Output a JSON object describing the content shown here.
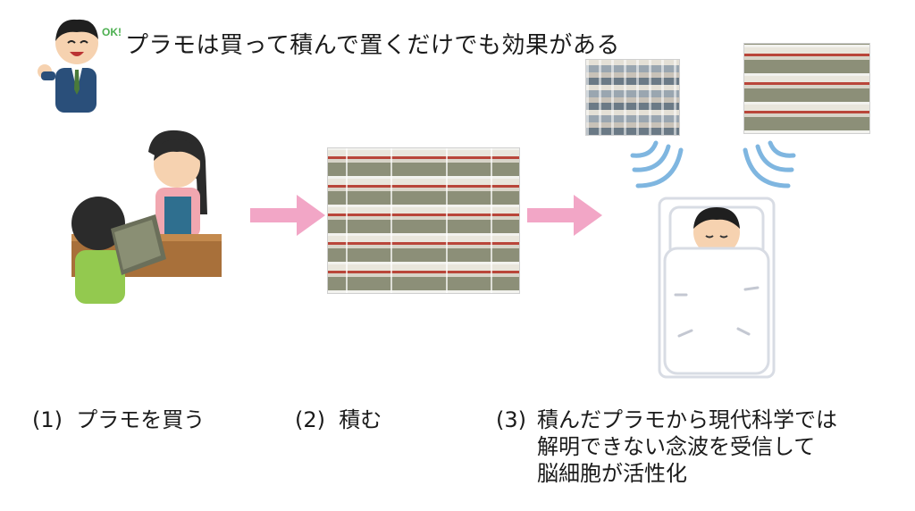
{
  "title": "プラモは買って積んで置くだけでも効果がある",
  "ok_badge": "OK!",
  "steps": [
    {
      "number": "(1)",
      "label": "プラモを買う"
    },
    {
      "number": "(2)",
      "label": "積む"
    },
    {
      "number": "(3)",
      "lines": [
        "積んだプラモから現代科学では",
        "解明できない念波を受信して",
        "脳細胞が活性化"
      ]
    }
  ],
  "colors": {
    "arrow": "#f2a6c6",
    "waves": "#7fb6e0",
    "boy_shirt": "#93c94f",
    "counter": "#a8703a",
    "clerk_apron": "#2f6f8f",
    "man_suit": "#2a4f7a"
  },
  "icons": [
    "businessman-ok-icon",
    "shop-purchase-illustration",
    "arrow-right-icon",
    "sleeping-person-illustration",
    "radio-wave-icon"
  ]
}
